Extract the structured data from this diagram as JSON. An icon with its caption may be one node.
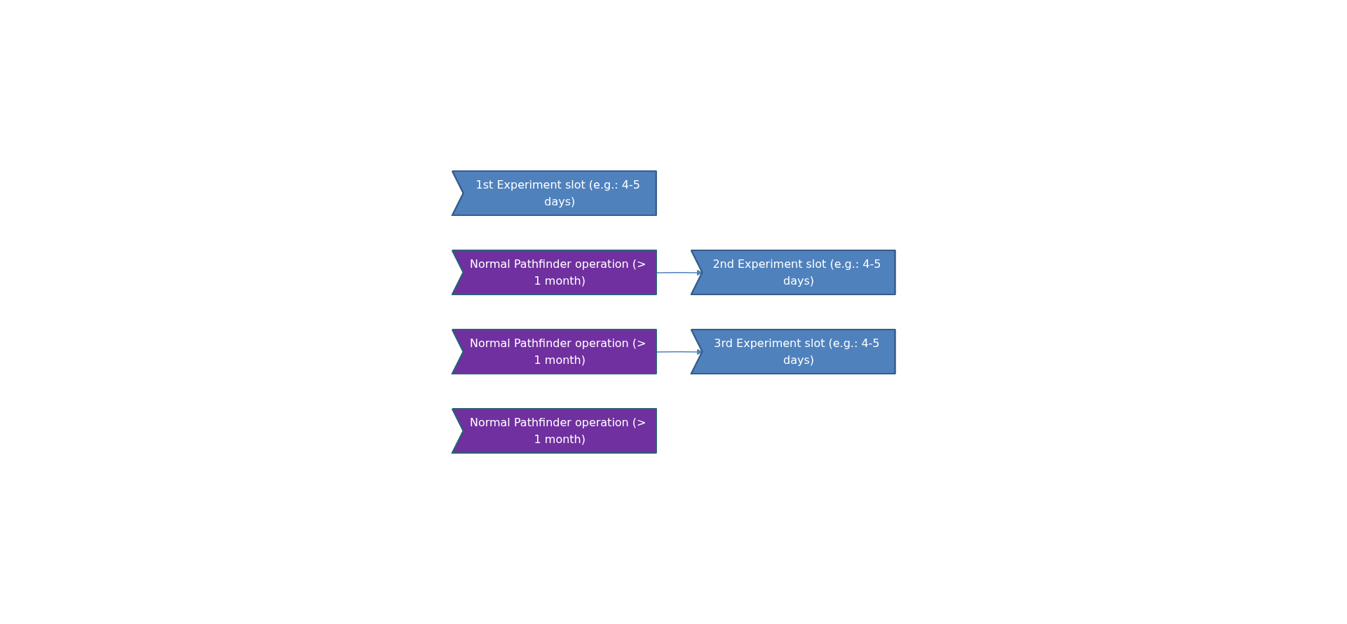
{
  "diagram": {
    "nodes": [
      {
        "text": [
          "1st Experiment slot (e.g.: 4-5 days)"
        ]
      },
      {
        "text": [
          "Normal Pathfinder operation (> 1 month)"
        ]
      },
      {
        "text": [
          "2nd Experiment slot (e.g.: 4-5 days)"
        ]
      },
      {
        "text": [
          "Normal Pathfinder operation (> 1 month)"
        ]
      },
      {
        "text": [
          "3rd Experiment slot (e.g.: 4-5 days)"
        ]
      },
      {
        "text": [
          "Normal Pathfinder operation (> 1 month)"
        ]
      }
    ],
    "edges": [
      {
        "from": 1,
        "to": 2,
        "arrow": "to"
      },
      {
        "from": 3,
        "to": 4,
        "arrow": "to"
      }
    ]
  }
}
